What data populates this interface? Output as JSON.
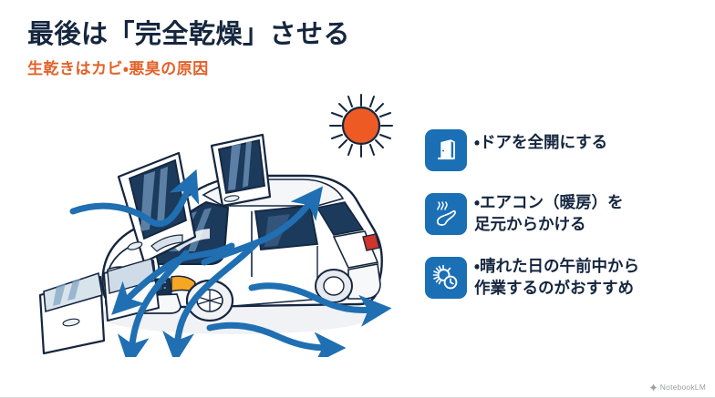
{
  "header": {
    "title": "最後は「完全乾燥」させる",
    "subtitle": "生乾きはカビ・悪臭の原因",
    "title_color": "#15263f",
    "subtitle_color": "#e1622a"
  },
  "illustration": {
    "name": "car-drying-airflow-illustration",
    "description": "白い車のドアを全開にして空気が流れる様子",
    "sun_color": "#ee5a24",
    "arrow_color": "#1f6fb2",
    "car_body_color": "#ffffff",
    "glass_color": "#1b3a5c"
  },
  "bullets": [
    {
      "icon": "open-door-icon",
      "text": "・ドアを全開にする",
      "lines": 1
    },
    {
      "icon": "foot-heat-icon",
      "text": "・エアコン（暖房）を\n足元からかける",
      "lines": 2
    },
    {
      "icon": "sun-clock-icon",
      "text": "・晴れた日の午前中から\n作業するのがおすすめ",
      "lines": 2
    }
  ],
  "footer": {
    "watermark": "NotebookLM"
  },
  "theme": {
    "icon_tile_color": "#1a6fb5",
    "background": "#ffffff",
    "rule_color": "#d8d8d8"
  }
}
